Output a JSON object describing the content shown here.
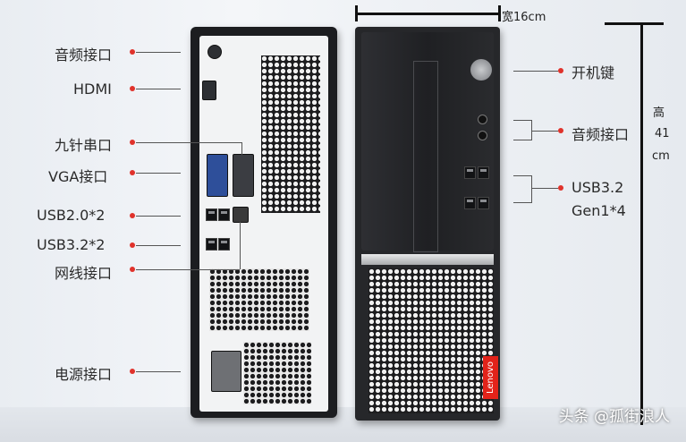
{
  "left_labels": [
    {
      "text": "音频接口"
    },
    {
      "text": "HDMI"
    },
    {
      "text": "九针串口"
    },
    {
      "text": "VGA接口"
    },
    {
      "text": "USB2.0*2"
    },
    {
      "text": "USB3.2*2"
    },
    {
      "text": "网线接口"
    },
    {
      "text": "电源接口"
    }
  ],
  "right_labels": {
    "power_button": "开机键",
    "audio": "音频接口",
    "usb_line1": "USB3.2",
    "usb_line2": "Gen1*4"
  },
  "dimensions": {
    "width_text": "宽16cm",
    "height_char": "高",
    "height_value": "41",
    "height_unit": "cm"
  },
  "brand": "Lenovo",
  "watermark": "头条 @孤街浪人",
  "colors": {
    "dot": "#e0322b",
    "brand_red": "#e2231a"
  }
}
